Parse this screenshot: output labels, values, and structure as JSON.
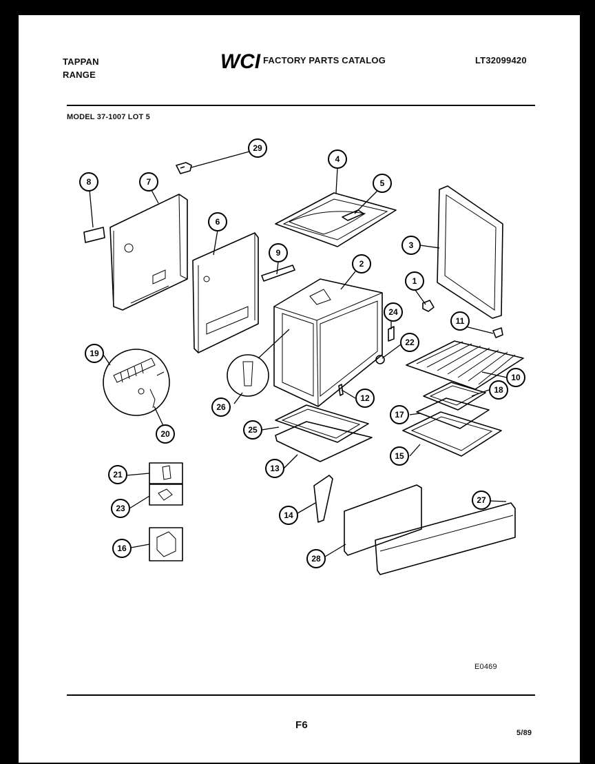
{
  "header": {
    "brand_line1": "TAPPAN",
    "brand_line2": "RANGE",
    "logo_text": "WCI",
    "catalog_title": "FACTORY PARTS CATALOG",
    "catalog_number": "LT32099420"
  },
  "model_line": "MODEL 37-1007 LOT 5",
  "figure_code": "E0469",
  "footer": {
    "page": "F6",
    "date": "5/89"
  },
  "callouts": [
    {
      "id": "c1",
      "label": "1"
    },
    {
      "id": "c2",
      "label": "2"
    },
    {
      "id": "c3",
      "label": "3"
    },
    {
      "id": "c4",
      "label": "4"
    },
    {
      "id": "c5",
      "label": "5"
    },
    {
      "id": "c6",
      "label": "6"
    },
    {
      "id": "c7",
      "label": "7"
    },
    {
      "id": "c8",
      "label": "8"
    },
    {
      "id": "c9",
      "label": "9"
    },
    {
      "id": "c10",
      "label": "10"
    },
    {
      "id": "c11",
      "label": "11"
    },
    {
      "id": "c12",
      "label": "12"
    },
    {
      "id": "c13",
      "label": "13"
    },
    {
      "id": "c14",
      "label": "14"
    },
    {
      "id": "c15",
      "label": "15"
    },
    {
      "id": "c16",
      "label": "16"
    },
    {
      "id": "c17",
      "label": "17"
    },
    {
      "id": "c18",
      "label": "18"
    },
    {
      "id": "c19",
      "label": "19"
    },
    {
      "id": "c20",
      "label": "20"
    },
    {
      "id": "c21",
      "label": "21"
    },
    {
      "id": "c22",
      "label": "22"
    },
    {
      "id": "c23",
      "label": "23"
    },
    {
      "id": "c24",
      "label": "24"
    },
    {
      "id": "c25",
      "label": "25"
    },
    {
      "id": "c26",
      "label": "26"
    },
    {
      "id": "c27",
      "label": "27"
    },
    {
      "id": "c28",
      "label": "28"
    },
    {
      "id": "c29",
      "label": "29"
    }
  ]
}
